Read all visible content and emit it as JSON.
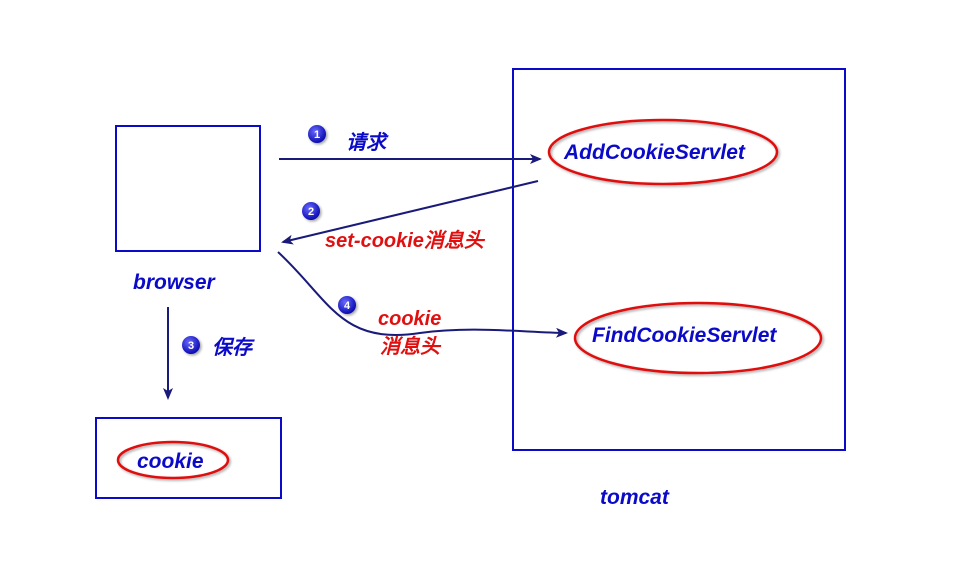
{
  "colors": {
    "box_stroke": "#0a0ac8",
    "ellipse_stroke": "#e01010",
    "arrow": "#1a1a7a",
    "label_blue": "#0a0ac8",
    "label_red": "#e01010",
    "step_badge": "#1a1ad0"
  },
  "nodes": {
    "browser_label": "browser",
    "tomcat_label": "tomcat",
    "cookie_store_label": "cookie",
    "add_servlet_label": "AddCookieServlet",
    "find_servlet_label": "FindCookieServlet"
  },
  "steps": [
    {
      "number": "1",
      "label": "请求"
    },
    {
      "number": "2",
      "label": "set-cookie消息头"
    },
    {
      "number": "3",
      "label": "保存"
    },
    {
      "number": "4",
      "label_line1": "cookie",
      "label_line2": "消息头"
    }
  ]
}
